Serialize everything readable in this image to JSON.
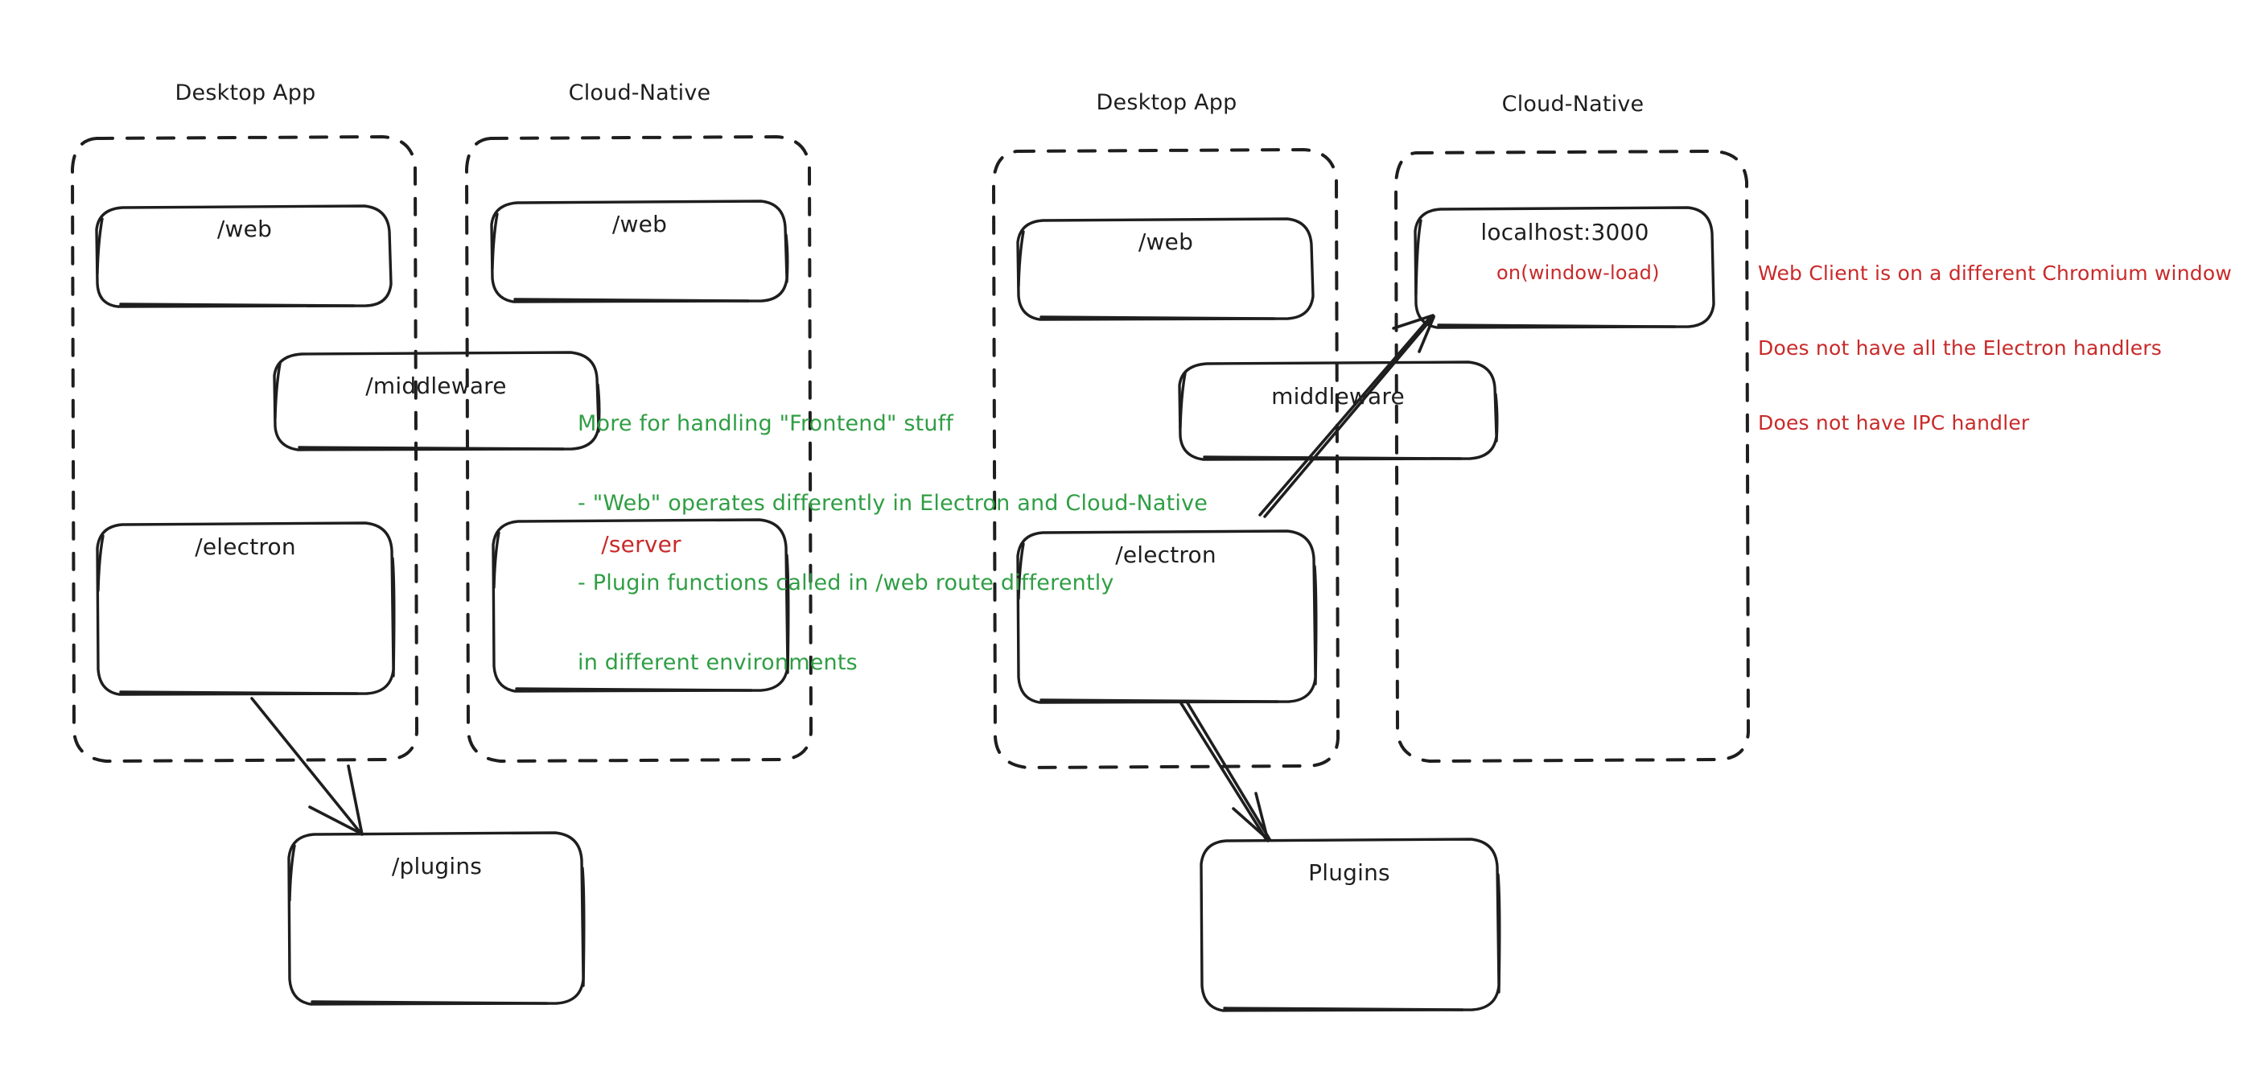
{
  "diagram": {
    "title": "Desktop App vs Cloud-Native architecture sketch",
    "style": "hand-drawn whiteboard sketch",
    "background_color": "#ffffff",
    "ink_color": "#1e1e1e",
    "accent_green": "#2f9e44",
    "accent_red": "#c92a2a"
  },
  "panels": [
    {
      "id": "left-desktop-app",
      "label": "Desktop App",
      "nodes": [
        {
          "id": "left-web",
          "label": "/web"
        },
        {
          "id": "left-electron",
          "label": "/electron"
        }
      ]
    },
    {
      "id": "left-cloud-native",
      "label": "Cloud-Native",
      "nodes": [
        {
          "id": "left-cloud-web",
          "label": "/web"
        },
        {
          "id": "left-server",
          "label": "/server",
          "color": "#c92a2a"
        }
      ]
    },
    {
      "id": "right-desktop-app",
      "label": "Desktop App",
      "nodes": [
        {
          "id": "right-web",
          "label": "/web"
        },
        {
          "id": "right-electron",
          "label": "/electron"
        }
      ]
    },
    {
      "id": "right-cloud-native",
      "label": "Cloud-Native",
      "nodes": [
        {
          "id": "right-localhost",
          "label": "localhost:3000",
          "sublabel": "on(window-load)",
          "sublabel_color": "#c92a2a"
        }
      ]
    }
  ],
  "straddling_nodes": [
    {
      "id": "left-middleware",
      "label": "/middleware"
    },
    {
      "id": "right-middleware",
      "label": "middleware"
    }
  ],
  "outside_nodes": [
    {
      "id": "left-plugins",
      "label": "/plugins"
    },
    {
      "id": "right-plugins",
      "label": "Plugins"
    }
  ],
  "notes": {
    "green": {
      "color": "#2f9e44",
      "lines": [
        "More for handling \"Frontend\" stuff",
        "- \"Web\" operates differently in Electron and Cloud-Native",
        "- Plugin functions called in /web route differently",
        "in different environments"
      ]
    },
    "red": {
      "color": "#c92a2a",
      "lines": [
        "Web Client is on a different Chromium window",
        "Does not have all the Electron handlers",
        "Does not have IPC handler"
      ]
    }
  },
  "arrows": [
    {
      "id": "arrow-left-electron-to-plugins",
      "from": "left-electron",
      "to": "left-plugins"
    },
    {
      "id": "arrow-right-electron-to-plugins",
      "from": "right-electron",
      "to": "right-plugins"
    },
    {
      "id": "arrow-right-electron-to-localhost",
      "from": "right-electron",
      "to": "right-localhost"
    }
  ]
}
